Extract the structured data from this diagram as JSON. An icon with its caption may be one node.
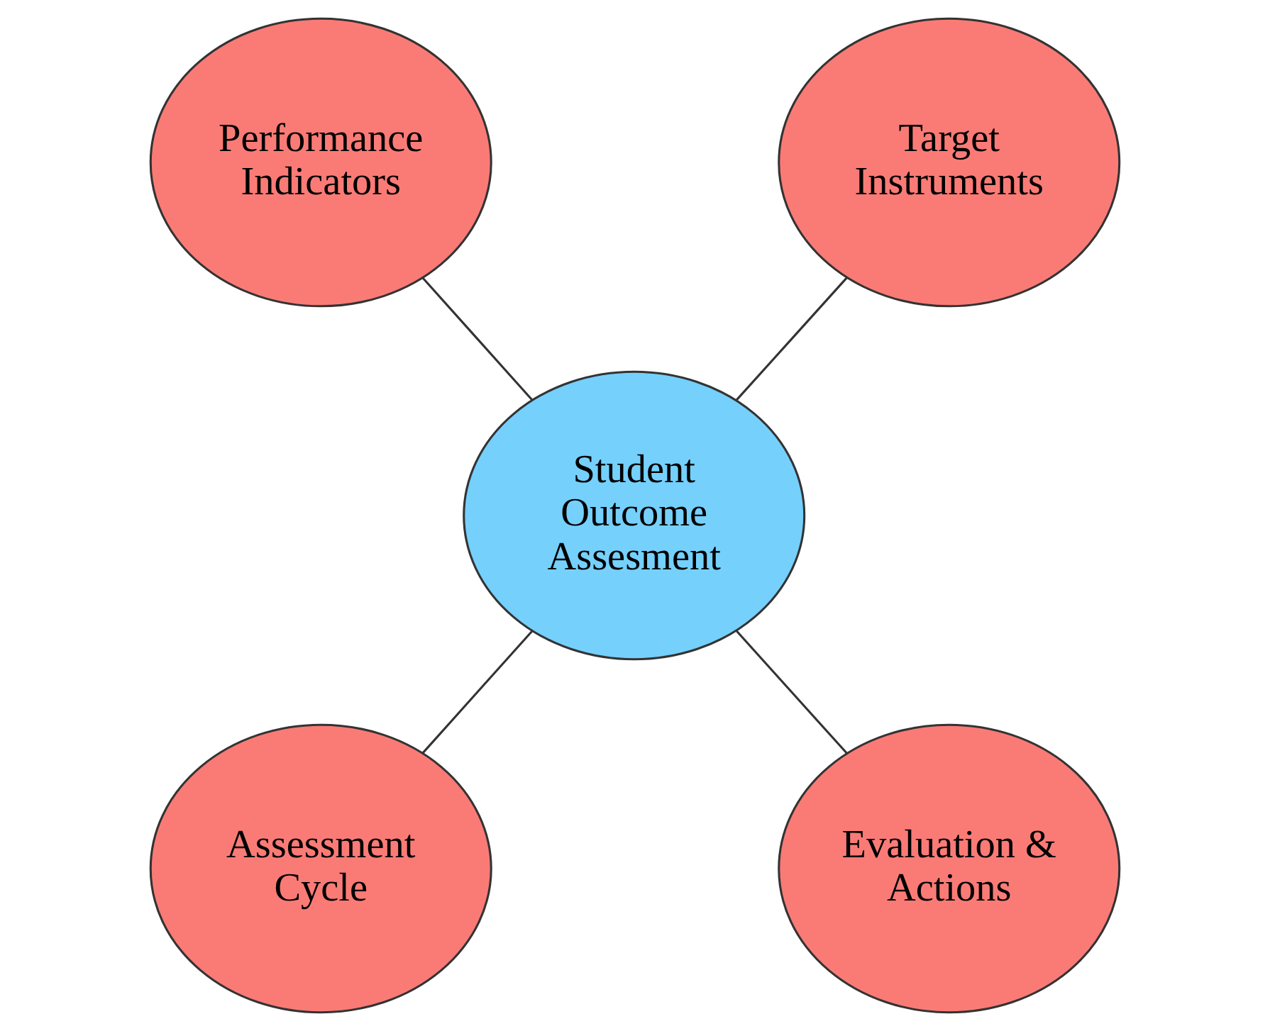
{
  "diagram": {
    "nodes": [
      {
        "text": [
          "Performance Indicators"
        ]
      },
      {
        "text": [
          "Target Instruments"
        ]
      },
      {
        "text": [
          "Student Outcome Assesment"
        ]
      },
      {
        "text": [
          "Assessment Cycle"
        ]
      },
      {
        "text": [
          "Evaluation & Actions"
        ]
      }
    ],
    "edges": [
      {
        "from": 2,
        "to": 0,
        "arrow": "none"
      },
      {
        "from": 2,
        "to": 1,
        "arrow": "none"
      },
      {
        "from": 2,
        "to": 3,
        "arrow": "none"
      },
      {
        "from": 2,
        "to": 4,
        "arrow": "none"
      }
    ]
  }
}
